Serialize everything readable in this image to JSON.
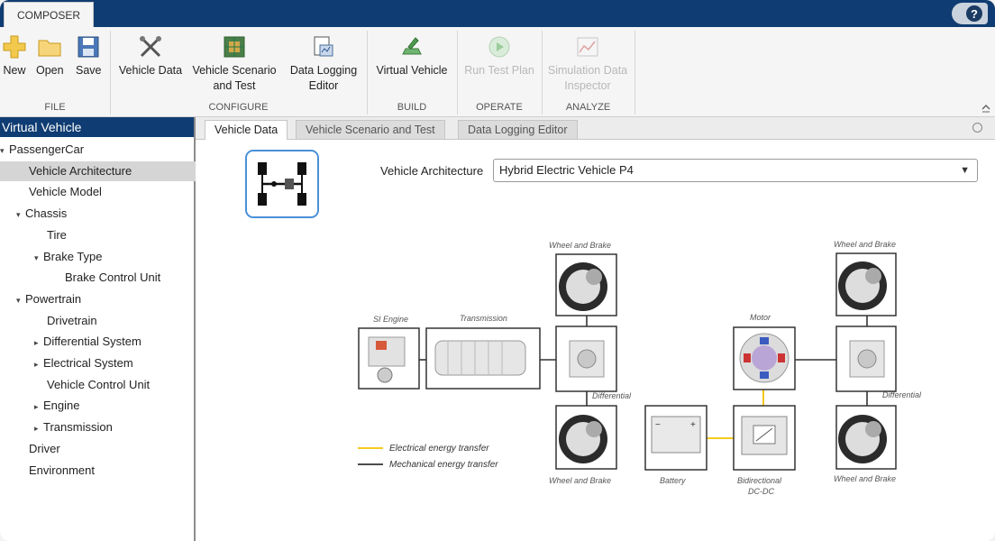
{
  "topbar": {
    "tab_label": "COMPOSER",
    "help_symbol": "?"
  },
  "ribbon": {
    "groups": [
      {
        "label": "FILE",
        "buttons": [
          {
            "label": "New",
            "icon": "new-plus-icon"
          },
          {
            "label": "Open",
            "icon": "folder-icon"
          },
          {
            "label": "Save",
            "icon": "floppy-disk-icon"
          }
        ]
      },
      {
        "label": "CONFIGURE",
        "buttons": [
          {
            "label": "Vehicle Data",
            "icon": "tools-icon"
          },
          {
            "label": "Vehicle Scenario and Test",
            "icon": "scenario-icon"
          },
          {
            "label": "Data Logging Editor",
            "icon": "logging-icon"
          }
        ]
      },
      {
        "label": "BUILD",
        "buttons": [
          {
            "label": "Virtual Vehicle",
            "icon": "build-vehicle-icon"
          }
        ]
      },
      {
        "label": "OPERATE",
        "buttons": [
          {
            "label": "Run Test Plan",
            "icon": "play-icon",
            "disabled": true
          }
        ]
      },
      {
        "label": "ANALYZE",
        "buttons": [
          {
            "label": "Simulation Data Inspector",
            "icon": "inspector-icon",
            "disabled": true
          }
        ]
      }
    ]
  },
  "sidebar": {
    "title": "Virtual Vehicle",
    "items": [
      {
        "label": "PassengerCar",
        "level": 0,
        "arrow": "down"
      },
      {
        "label": "Vehicle Architecture",
        "level": 1,
        "selected": true
      },
      {
        "label": "Vehicle Model",
        "level": 1
      },
      {
        "label": "Chassis",
        "level": 1,
        "arrow": "down"
      },
      {
        "label": "Tire",
        "level": 2
      },
      {
        "label": "Brake Type",
        "level": 2,
        "arrow": "down"
      },
      {
        "label": "Brake Control Unit",
        "level": 3
      },
      {
        "label": "Powertrain",
        "level": 1,
        "arrow": "down"
      },
      {
        "label": "Drivetrain",
        "level": 2
      },
      {
        "label": "Differential System",
        "level": 2,
        "arrow": "right"
      },
      {
        "label": "Electrical System",
        "level": 2,
        "arrow": "right"
      },
      {
        "label": "Vehicle Control Unit",
        "level": 2
      },
      {
        "label": "Engine",
        "level": 2,
        "arrow": "right"
      },
      {
        "label": "Transmission",
        "level": 2,
        "arrow": "right"
      },
      {
        "label": "Driver",
        "level": 1
      },
      {
        "label": "Environment",
        "level": 1
      }
    ]
  },
  "main": {
    "tabs": [
      {
        "label": "Vehicle Data",
        "active": true
      },
      {
        "label": "Vehicle Scenario and Test"
      },
      {
        "label": "Data Logging Editor"
      }
    ],
    "arch_label": "Vehicle Architecture",
    "arch_value": "Hybrid Electric Vehicle P4"
  },
  "diagram": {
    "wheel_brake": "Wheel and Brake",
    "si_engine": "SI Engine",
    "transmission": "Transmission",
    "motor": "Motor",
    "differential": "Differential",
    "battery": "Battery",
    "dcdc_line1": "Bidirectional",
    "dcdc_line2": "DC-DC",
    "legend_electrical": "Electrical energy transfer",
    "legend_mechanical": "Mechanical energy transfer",
    "colors": {
      "electrical": "#f2c200",
      "mechanical": "#333333"
    }
  }
}
